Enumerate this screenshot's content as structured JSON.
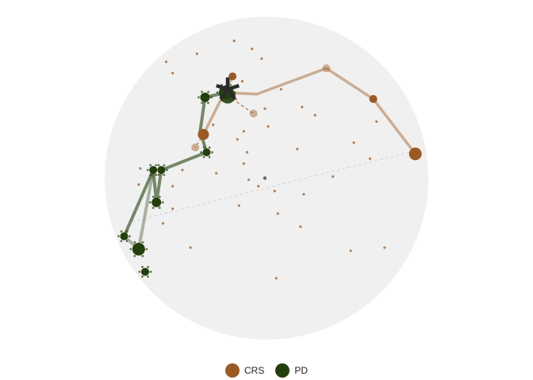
{
  "chart_data": {
    "type": "scatter",
    "title": "",
    "xlabel": "",
    "ylabel": "",
    "grid": false,
    "legend_position": "bottom",
    "xlim": [
      -1.1,
      1.1
    ],
    "ylim": [
      -1.1,
      1.1
    ],
    "colors": {
      "CRS": "#9b5a24",
      "PD": "#243f0e",
      "disk": "#f0f0f0",
      "star": "#2a2a2a"
    },
    "series": [
      {
        "name": "CRS",
        "path": [
          [
            -0.39,
            0.27
          ],
          [
            -0.21,
            0.63
          ],
          [
            -0.27,
            0.53
          ],
          [
            -0.06,
            0.52
          ],
          [
            0.37,
            0.68
          ],
          [
            0.66,
            0.49
          ],
          [
            0.92,
            0.15
          ]
        ],
        "branch_faded": [
          [
            -0.27,
            0.53
          ],
          [
            -0.08,
            0.4
          ]
        ],
        "stub": [
          [
            -0.39,
            0.27
          ],
          [
            -0.44,
            0.19
          ]
        ],
        "points": [
          {
            "x": -0.39,
            "y": 0.27,
            "size": 7
          },
          {
            "x": -0.21,
            "y": 0.63,
            "size": 5
          },
          {
            "x": -0.27,
            "y": 0.53,
            "size": 5
          },
          {
            "x": 0.37,
            "y": 0.68,
            "size": 5,
            "faded": true
          },
          {
            "x": 0.66,
            "y": 0.49,
            "size": 5
          },
          {
            "x": 0.92,
            "y": 0.15,
            "size": 8
          },
          {
            "x": -0.08,
            "y": 0.4,
            "size": 5,
            "faded": true
          },
          {
            "x": -0.44,
            "y": 0.19,
            "size": 5,
            "faded": true
          }
        ],
        "small_points": [
          [
            -0.62,
            0.72
          ],
          [
            -0.58,
            0.65
          ],
          [
            -0.15,
            0.6
          ],
          [
            -0.43,
            0.77
          ],
          [
            -0.28,
            0.54
          ],
          [
            -0.19,
            0.49
          ],
          [
            0.09,
            0.55
          ],
          [
            -0.33,
            0.33
          ],
          [
            0.01,
            0.32
          ],
          [
            -0.18,
            0.24
          ],
          [
            -0.14,
            0.29
          ],
          [
            -0.12,
            0.16
          ],
          [
            -0.14,
            0.09
          ],
          [
            0.19,
            0.18
          ],
          [
            0.05,
            -0.08
          ],
          [
            0.22,
            0.44
          ],
          [
            0.3,
            0.39
          ],
          [
            -0.52,
            0.05
          ],
          [
            -0.31,
            0.03
          ],
          [
            -0.05,
            -0.05
          ],
          [
            0.41,
            0.01
          ],
          [
            0.23,
            -0.1
          ],
          [
            -0.17,
            -0.17
          ],
          [
            0.07,
            -0.22
          ],
          [
            0.54,
            0.22
          ],
          [
            0.21,
            -0.3
          ],
          [
            -0.58,
            -0.19
          ],
          [
            -0.64,
            -0.28
          ],
          [
            0.52,
            -0.45
          ],
          [
            0.06,
            -0.62
          ],
          [
            -0.47,
            -0.43
          ],
          [
            -0.78,
            0.06
          ],
          [
            -0.79,
            -0.04
          ],
          [
            0.73,
            -0.43
          ],
          [
            -0.09,
            0.8
          ],
          [
            -0.03,
            0.74
          ],
          [
            -0.2,
            0.85
          ],
          [
            -0.01,
            0.43
          ],
          [
            0.68,
            0.35
          ],
          [
            0.64,
            0.12
          ],
          [
            -0.58,
            -0.05
          ],
          [
            -0.11,
            -0.01
          ]
        ]
      },
      {
        "name": "PD",
        "path": [
          [
            -0.25,
            0.53
          ],
          [
            -0.38,
            0.5
          ],
          [
            -0.41,
            0.29
          ],
          [
            -0.37,
            0.16
          ],
          [
            -0.65,
            0.05
          ],
          [
            -0.68,
            -0.15
          ],
          [
            -0.7,
            0.05
          ],
          [
            -0.88,
            -0.36
          ]
        ],
        "branch_faded": [
          [
            -0.7,
            0.05
          ],
          [
            -0.79,
            -0.44
          ],
          [
            -0.88,
            -0.36
          ]
        ],
        "points": [
          {
            "x": -0.25,
            "y": 0.53,
            "size": 9
          },
          {
            "x": -0.38,
            "y": 0.5,
            "size": 6
          },
          {
            "x": -0.65,
            "y": 0.05,
            "size": 5
          },
          {
            "x": -0.37,
            "y": 0.16,
            "size": 5
          },
          {
            "x": -0.68,
            "y": -0.15,
            "size": 6
          },
          {
            "x": -0.7,
            "y": 0.05,
            "size": 5
          },
          {
            "x": -0.88,
            "y": -0.36,
            "size": 5
          },
          {
            "x": -0.79,
            "y": -0.44,
            "size": 8
          },
          {
            "x": -0.75,
            "y": -0.58,
            "size": 5
          }
        ]
      }
    ],
    "highlight": {
      "x": -0.24,
      "y": 0.55,
      "symbol": "*"
    },
    "center_point": {
      "x": -0.01,
      "y": 0.0
    },
    "reference_line": [
      [
        -0.83,
        -0.27
      ],
      [
        0.92,
        0.17
      ]
    ]
  }
}
